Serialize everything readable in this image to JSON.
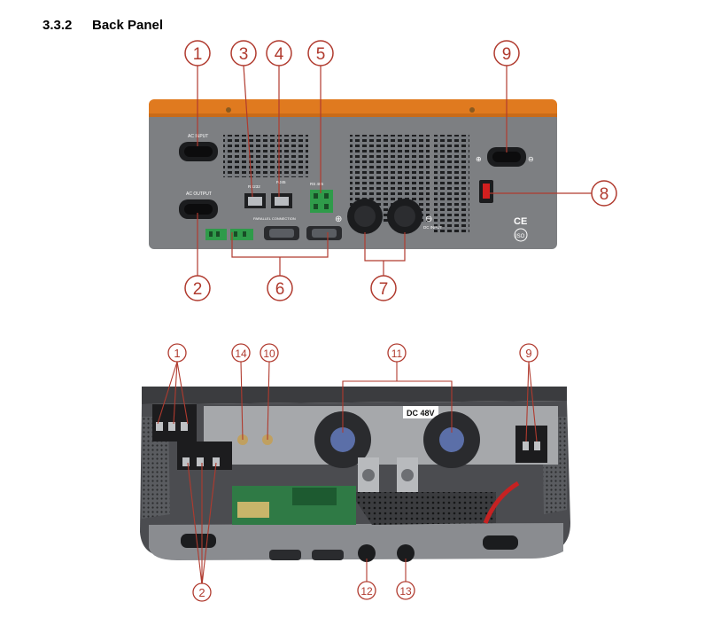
{
  "section": {
    "number": "3.3.2",
    "title": "Back Panel"
  },
  "colors": {
    "callout": "#b03a2e",
    "chassis": "#7d7f82",
    "top_trim": "#e07a1f",
    "terminal": "#2f9b4a"
  },
  "top_panel_labels": {
    "ac_input": "AC INPUT",
    "ac_output": "AC OUTPUT",
    "rs232": "RS232",
    "rj45": "RJ45",
    "rs485": "RS 485",
    "parallel": "PARALLEL CONNECTION",
    "dc_input": "DC INPUT",
    "ce": "CE",
    "iso": "ISO"
  },
  "top_callouts": [
    "1",
    "2",
    "3",
    "4",
    "5",
    "6",
    "7",
    "8",
    "9"
  ],
  "bottom_label": "DC 48V",
  "bottom_callouts": [
    "1",
    "14",
    "10",
    "11",
    "9",
    "2",
    "12",
    "13"
  ]
}
